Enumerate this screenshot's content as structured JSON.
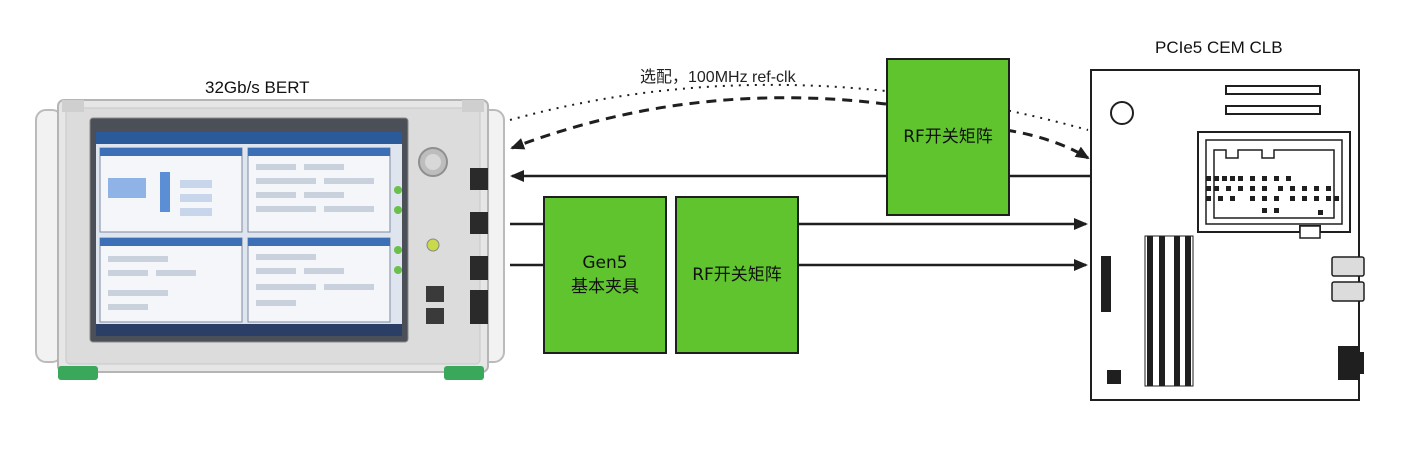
{
  "labels": {
    "bert": "32Gb/s BERT",
    "board": "PCIe5 CEM CLB",
    "refclk": "选配，100MHz ref-clk"
  },
  "boxes": {
    "gen5_line1": "Gen5",
    "gen5_line2": "基本夹具",
    "rf_lower": "RF开关矩阵",
    "rf_upper": "RF开关矩阵"
  },
  "colors": {
    "box_fill": "#5fc42e",
    "arrow": "#1f1f1f"
  }
}
